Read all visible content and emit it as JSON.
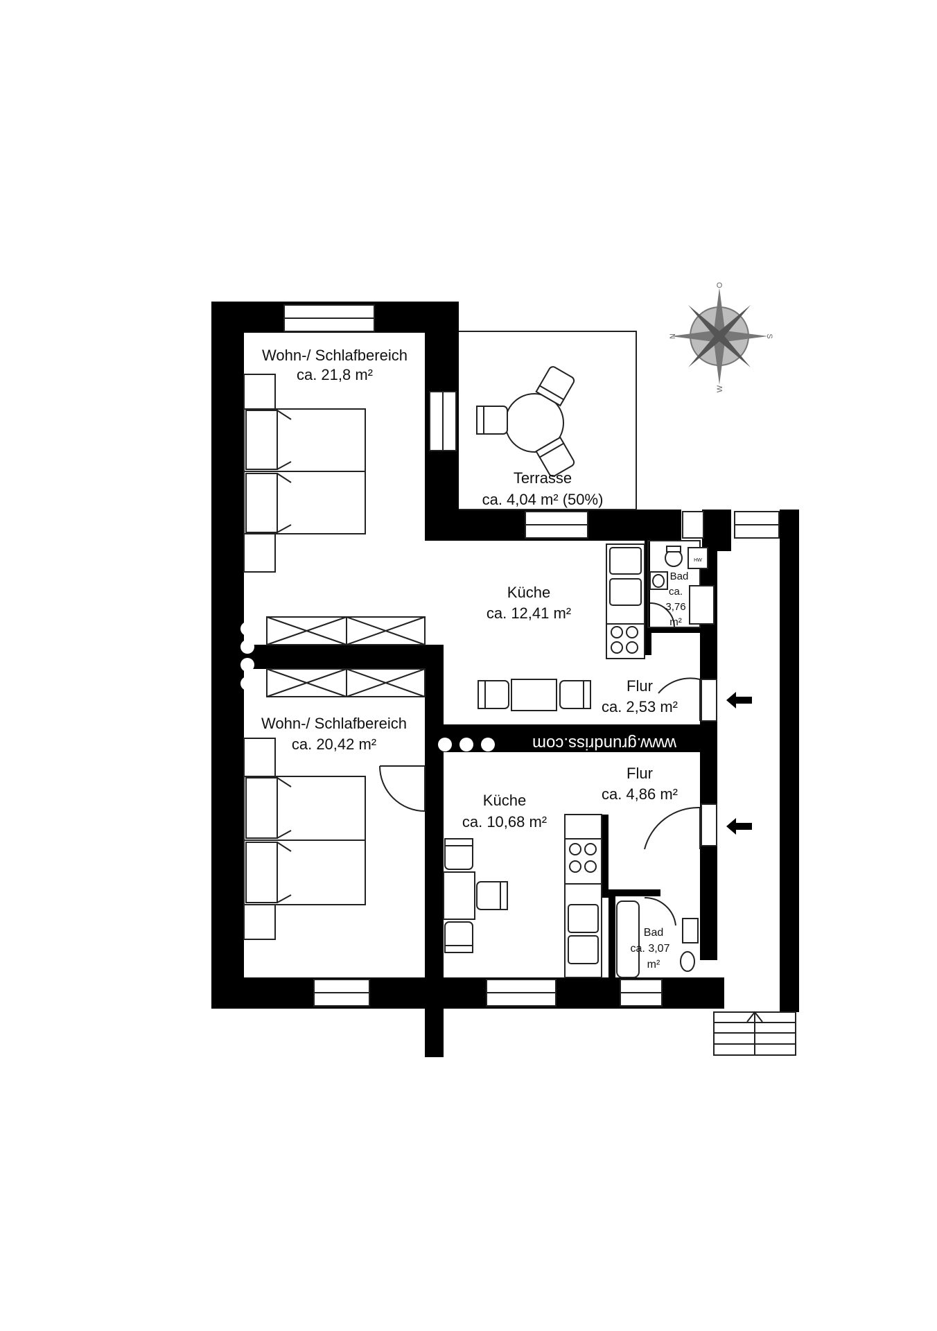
{
  "rooms": {
    "wohn_oben": {
      "name": "Wohn-/ Schlafbereich",
      "area": "ca. 21,8 m²"
    },
    "terrasse": {
      "name": "Terrasse",
      "area": "ca. 4,04 m² (50%)"
    },
    "kueche_oben": {
      "name": "Küche",
      "area": "ca. 12,41 m²"
    },
    "bad_oben": {
      "name": "Bad",
      "area_line1": "ca.",
      "area_line2": "3,76",
      "area_line3": "m²"
    },
    "flur_oben": {
      "name": "Flur",
      "area": "ca. 2,53 m²"
    },
    "wohn_unten": {
      "name": "Wohn-/ Schlafbereich",
      "area": "ca. 20,42 m²"
    },
    "kueche_unten": {
      "name": "Küche",
      "area": "ca. 10,68 m²"
    },
    "flur_unten": {
      "name": "Flur",
      "area": "ca. 4,86 m²"
    },
    "bad_unten": {
      "name": "Bad",
      "area_line1": "ca. 3,07",
      "area_line2": "m²"
    }
  },
  "fixtures": {
    "washing_machine": "HW"
  },
  "watermark": "www.grundriss.com",
  "compass": {
    "north": "N",
    "east": "O",
    "south": "S",
    "west": "W"
  },
  "colors": {
    "wall": "#000000",
    "line": "#222222",
    "background": "#ffffff",
    "compass": "#8a8a8a"
  },
  "icons": [
    "compass-rose-icon",
    "entrance-arrow-icon"
  ]
}
